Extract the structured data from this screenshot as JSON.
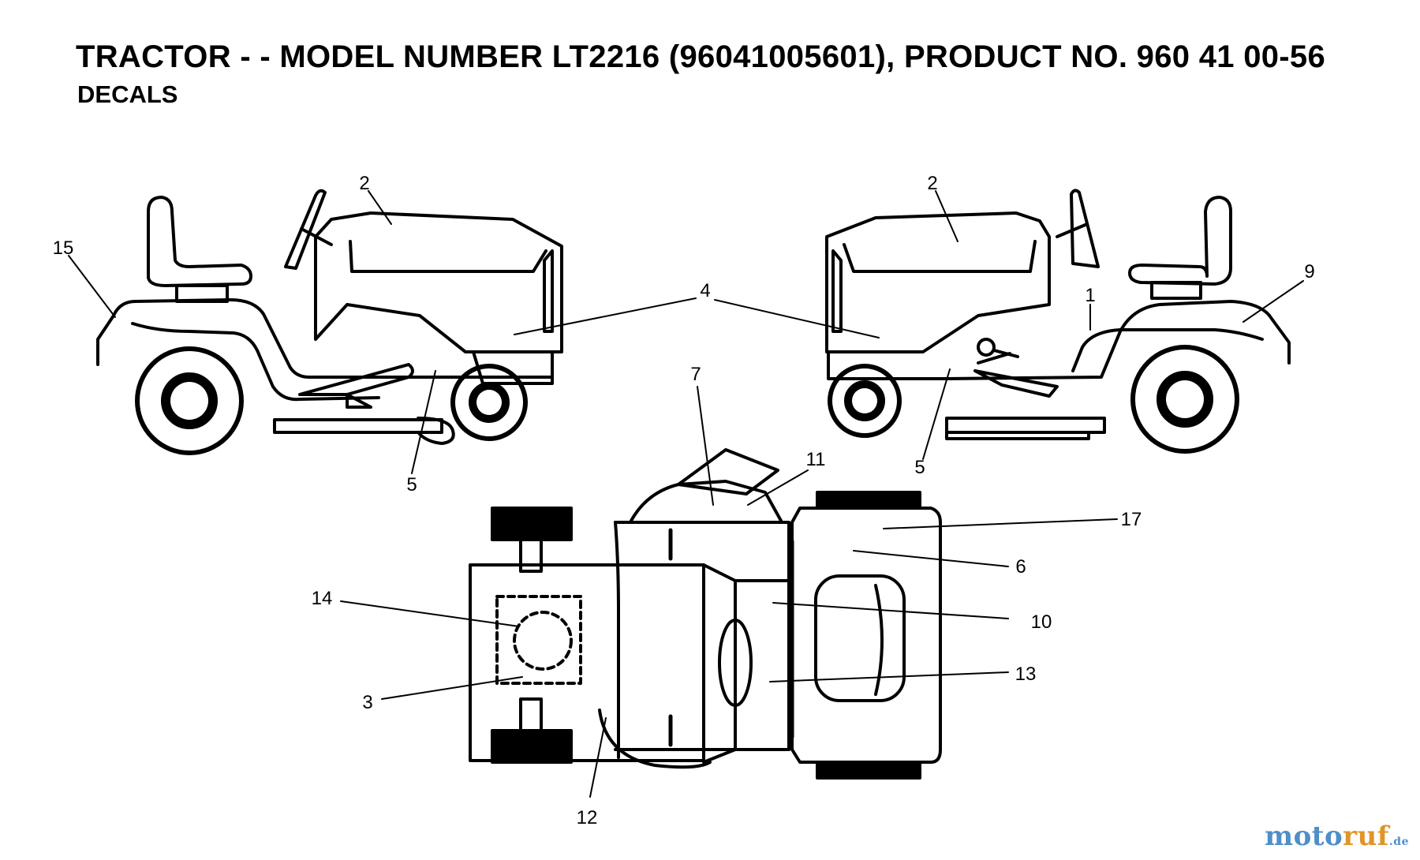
{
  "header": {
    "title": "TRACTOR - - MODEL NUMBER LT2216 (96041005601), PRODUCT NO. 960 41 00-56",
    "subtitle": "DECALS"
  },
  "callouts": {
    "c1": "1",
    "c2_left": "2",
    "c2_right": "2",
    "c3": "3",
    "c4": "4",
    "c5_left": "5",
    "c5_right": "5",
    "c6": "6",
    "c7": "7",
    "c9": "9",
    "c10": "10",
    "c11": "11",
    "c12": "12",
    "c13": "13",
    "c14": "14",
    "c15": "15",
    "c17": "17"
  },
  "watermark": {
    "part1": "moto",
    "part2": "ruf",
    "part3": ".de"
  },
  "colors": {
    "line": "#000000",
    "background": "#ffffff",
    "watermark_blue": "#4f8ec9",
    "watermark_orange": "#e0952a"
  }
}
